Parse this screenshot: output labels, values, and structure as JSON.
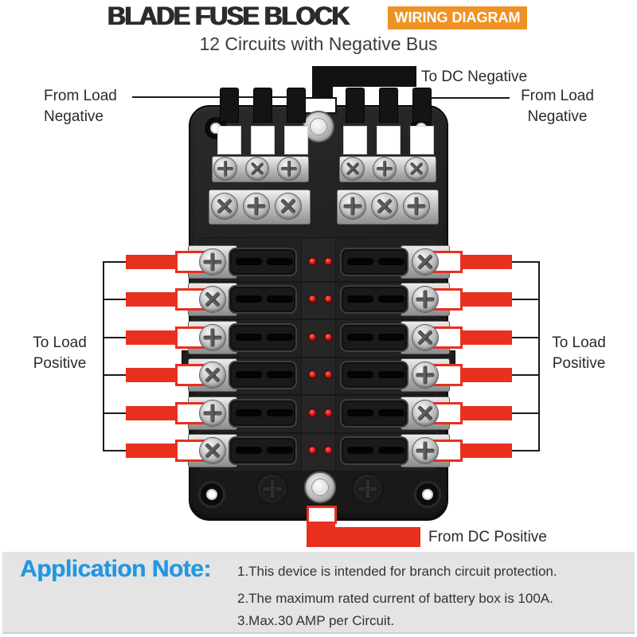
{
  "header": {
    "title": "BLADE FUSE BLOCK",
    "badge": "WIRING DIAGRAM",
    "subtitle": "12 Circuits with Negative Bus"
  },
  "diagram_labels": {
    "to_dc_negative": "To DC Negative",
    "from_load_negative_left": {
      "line1": "From Load",
      "line2": "Negative"
    },
    "from_load_negative_right": {
      "line1": "From Load",
      "line2": "Negative"
    },
    "to_load_positive_left": {
      "line1": "To Load",
      "line2": "Positive"
    },
    "to_load_positive_right": {
      "line1": "To Load",
      "line2": "Positive"
    },
    "from_dc_positive": "From DC Positive"
  },
  "application_note": {
    "heading": "Application Note:",
    "notes": [
      "1.This device is intended for branch circuit protection.",
      "2.The maximum rated current of battery box is 100A.",
      "3.Max.30 AMP per Circuit."
    ]
  },
  "device": {
    "fuse_rows": 6,
    "leds_per_row": 2,
    "negative_bus_rows": 2,
    "negative_bus_screws_per_row": 6
  },
  "colors": {
    "accent_red": "#e8301e",
    "badge_orange": "#ef9226",
    "note_blue": "#2397e1",
    "led_red": "#d01818"
  }
}
